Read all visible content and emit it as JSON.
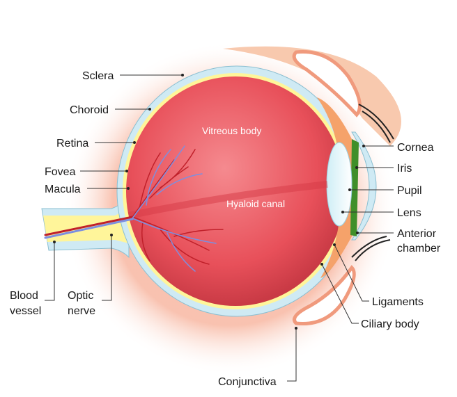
{
  "diagram": {
    "inner_labels": {
      "vitreous": "Vitreous body",
      "hyaloid": "Hyaloid canal"
    },
    "labels": {
      "sclera": "Sclera",
      "choroid": "Choroid",
      "retina": "Retina",
      "fovea": "Fovea",
      "macula": "Macula",
      "blood_vessel_1": "Blood",
      "blood_vessel_2": "vessel",
      "optic_nerve_1": "Optic",
      "optic_nerve_2": "nerve",
      "cornea": "Cornea",
      "iris": "Iris",
      "pupil": "Pupil",
      "lens": "Lens",
      "anterior_chamber_1": "Anterior",
      "anterior_chamber_2": "chamber",
      "ligaments": "Ligaments",
      "ciliary_body": "Ciliary body",
      "conjunctiva": "Conjunctiva"
    },
    "colors": {
      "vitreous": "#e8505a",
      "sclera": "#cfeaf4",
      "nerve": "#fff59a",
      "glow": "#fbd3c0"
    }
  }
}
